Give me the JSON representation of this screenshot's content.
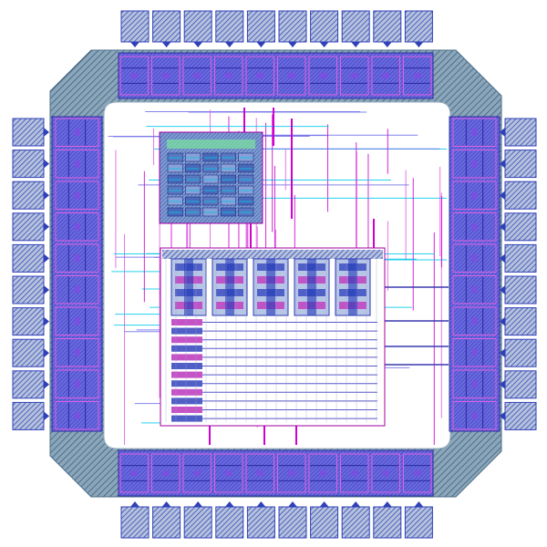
{
  "layout": {
    "pads_per_side": 10,
    "sram_rows": 12,
    "sram_bank_cols": 5,
    "logic_rows": 6,
    "logic_cols": 5
  },
  "colors": {
    "background": "#ffffff",
    "ring": "#7f9fb0",
    "ring_hatch": "#4f6f8a",
    "pad": "#8fa3c0",
    "pad_hatch": "#2b3ab5",
    "io_cell": "#5a5ad8",
    "io_cell_alt": "#7b4ee0",
    "metal1": "#6f6fe8",
    "metal2": "#d000d0",
    "metal3": "#00c8e8",
    "poly": "#e060e0",
    "sram_cell": "#c040c0",
    "logic_fill": "#6a8fc8",
    "logic_green": "#7adfa0"
  }
}
